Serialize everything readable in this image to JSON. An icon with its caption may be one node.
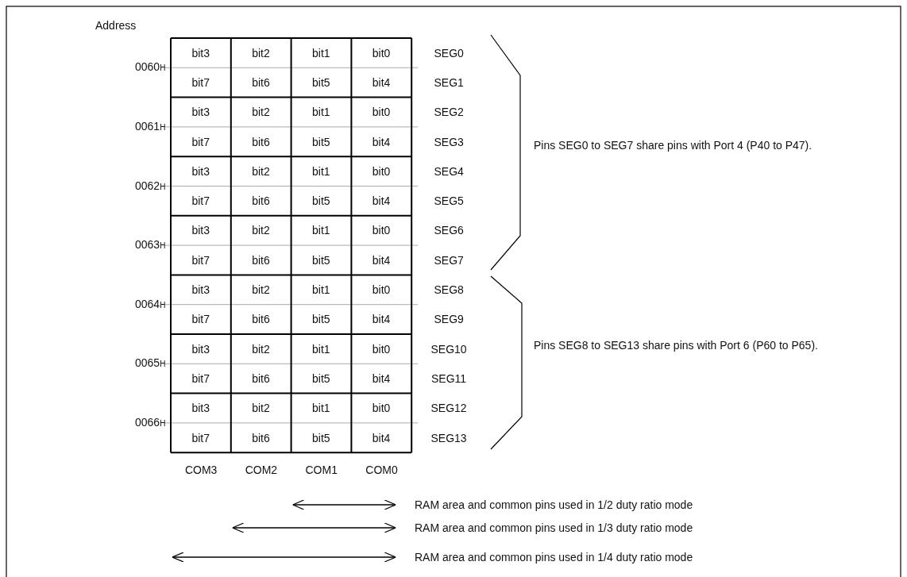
{
  "diagram": {
    "labels": [
      "Address",
      "0060$_{H}$",
      "bit3",
      "bit2",
      "bit1",
      "bit0",
      "SEG0",
      "bit7",
      "bit6",
      "bit5",
      "bit4",
      "SEG1",
      "0061$_{H}$",
      "bit3",
      "bit2",
      "bit1",
      "bit0",
      "SEG2",
      "bit7",
      "bit6",
      "bit5",
      "bit4",
      "SEG3",
      "0062$_{H}$",
      "bit3",
      "bit2",
      "bit1",
      "bit0",
      "SEG4",
      "bit7",
      "bit6",
      "bit5",
      "bit4",
      "SEG5",
      "0063$_{H}$",
      "bit3",
      "bit2",
      "bit1",
      "bit0",
      "SEG6",
      "bit7",
      "bit6",
      "bit5",
      "bit4",
      "SEG7",
      "0064$_{H}$",
      "bit3",
      "bit2",
      "bit1",
      "bit0",
      "SEG8",
      "bit7",
      "bit6",
      "bit5",
      "bit4",
      "SEG9",
      "0065$_{H}$",
      "bit3",
      "bit2",
      "bit1",
      "bit0",
      "SEG10",
      "bit7",
      "bit6",
      "bit5",
      "bit4",
      "SEG11",
      "0066$_{H}$",
      "bit3",
      "bit2",
      "bit1",
      "bit0",
      "SEG12",
      "bit7",
      "bit6",
      "bit5",
      "bit4",
      "SEG13",
      "COM3",
      "COM2",
      "COM1",
      "COM0",
      "Pins SEG0 to SEG7 share pins with Port 4 (P40 to P47).",
      "Pins SEG8 to SEG13 share pins with Port 6 (P60 to P65).",
      "RAM area and common pins used in 1/2 duty ratio mode",
      "RAM area and common pins used in 1/3 duty ratio mode",
      "RAM area and common pins used in 1/4 duty ratio mode"
    ]
  }
}
